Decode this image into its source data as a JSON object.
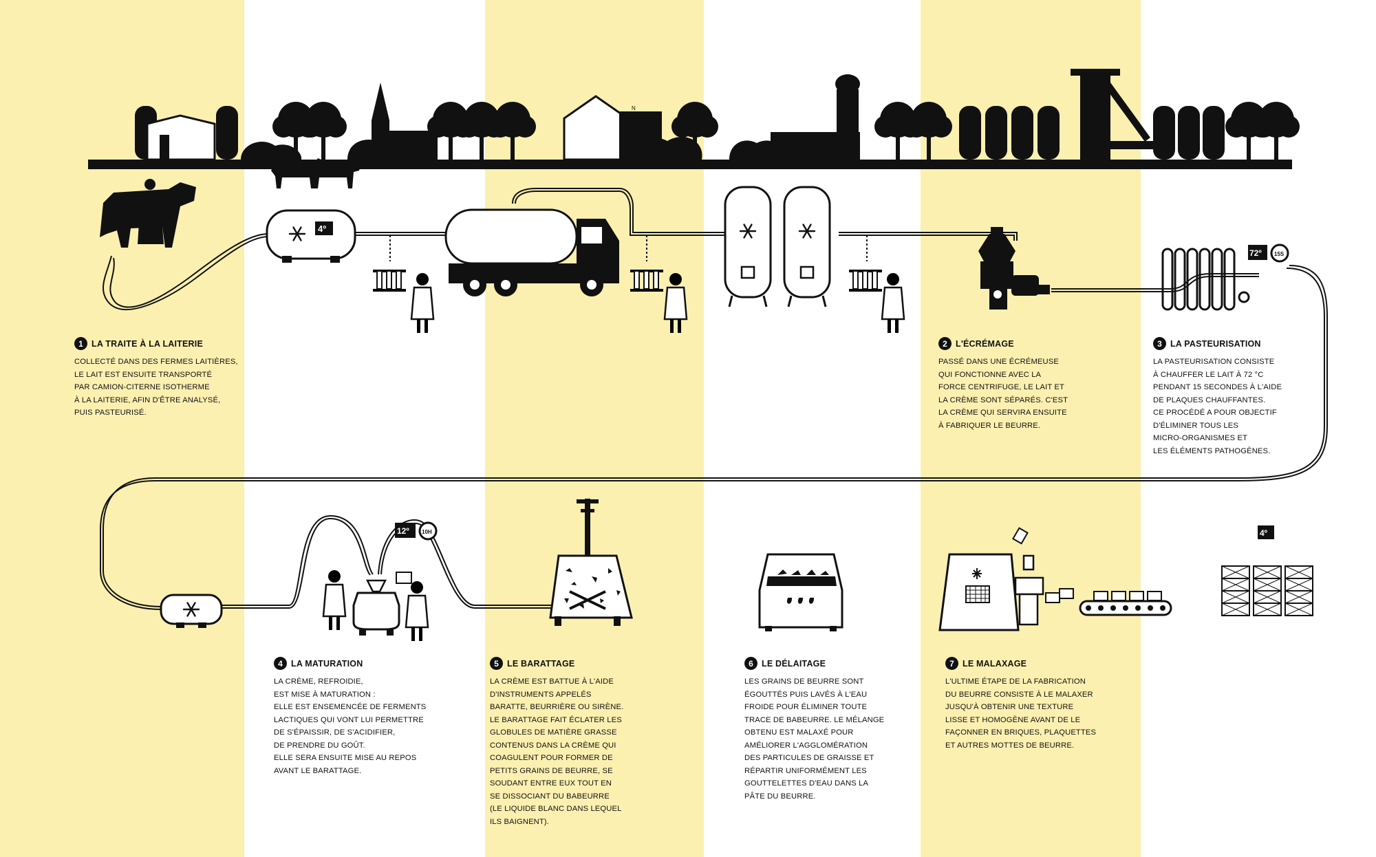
{
  "colors": {
    "band": "#fbf0b0",
    "ink": "#111111",
    "background": "#ffffff"
  },
  "scene": {
    "compass_label": "N",
    "temperatures": {
      "storage": "4º",
      "pasteurisation": "72º",
      "maturation": "12º",
      "packaging": "4º"
    },
    "durations": {
      "pasteurisation": "15S",
      "maturation": "10H"
    }
  },
  "steps": [
    {
      "number": "1",
      "title": "LA TRAITE À LA LAITERIE",
      "lines": [
        "COLLECTÉ DANS DES FERMES LAITIÈRES,",
        "LE LAIT EST ENSUITE TRANSPORTÉ",
        "PAR CAMION-CITERNE ISOTHERME",
        "À LA LAITERIE, AFIN D'ÊTRE ANALYSÉ,",
        "PUIS PASTEURISÉ."
      ]
    },
    {
      "number": "2",
      "title": "L'ÉCRÉMAGE",
      "lines": [
        "PASSÉ DANS UNE ÉCRÉMEUSE",
        "QUI FONCTIONNE AVEC LA",
        "FORCE CENTRIFUGE, LE LAIT ET",
        "LA CRÈME SONT SÉPARÉS. C'EST",
        "LA CRÈME QUI SERVIRA ENSUITE",
        "À FABRIQUER LE BEURRE."
      ]
    },
    {
      "number": "3",
      "title": "LA PASTEURISATION",
      "lines": [
        "LA PASTEURISATION CONSISTE",
        "À CHAUFFER LE LAIT À 72 °C",
        "PENDANT 15 SECONDES À L'AIDE",
        "DE PLAQUES CHAUFFANTES.",
        "CE PROCÉDÉ A POUR OBJECTIF",
        "D'ÉLIMINER TOUS LES",
        "MICRO-ORGANISMES ET",
        "LES ÉLÉMENTS PATHOGÈNES."
      ]
    },
    {
      "number": "4",
      "title": "LA MATURATION",
      "lines": [
        "LA CRÈME, REFROIDIE,",
        "EST MISE À MATURATION :",
        "ELLE EST ENSEMENCÉE DE FERMENTS",
        "LACTIQUES QUI VONT LUI PERMETTRE",
        "DE S'ÉPAISSIR, DE S'ACIDIFIER,",
        "DE PRENDRE DU GOÛT.",
        "ELLE SERA ENSUITE MISE AU REPOS",
        "AVANT LE BARATTAGE."
      ]
    },
    {
      "number": "5",
      "title": "LE BARATTAGE",
      "lines": [
        "LA CRÈME EST BATTUE À L'AIDE",
        "D'INSTRUMENTS APPELÉS",
        "BARATTE, BEURRIÈRE OU SIRÈNE.",
        "LE BARATTAGE FAIT ÉCLATER LES",
        "GLOBULES DE MATIÈRE GRASSE",
        "CONTENUS DANS LA CRÈME QUI",
        "COAGULENT POUR FORMER DE",
        "PETITS GRAINS DE BEURRE, SE",
        "SOUDANT ENTRE EUX TOUT EN",
        "SE DISSOCIANT DU BABEURRE",
        "(LE LIQUIDE BLANC DANS LEQUEL",
        "ILS BAIGNENT)."
      ]
    },
    {
      "number": "6",
      "title": "LE DÉLAITAGE",
      "lines": [
        "LES GRAINS DE BEURRE SONT",
        "ÉGOUTTÉS PUIS LAVÉS À L'EAU",
        "FROIDE POUR ÉLIMINER TOUTE",
        "TRACE DE BABEURRE. LE MÉLANGE",
        "OBTENU EST MALAXÉ POUR",
        "AMÉLIORER L'AGGLOMÉRATION",
        "DES PARTICULES DE GRAISSE ET",
        "RÉPARTIR UNIFORMÉMENT LES",
        "GOUTTELETTES D'EAU DANS LA",
        "PÂTE DU BEURRE."
      ]
    },
    {
      "number": "7",
      "title": "LE MALAXAGE",
      "lines": [
        "L'ULTIME ÉTAPE DE LA FABRICATION",
        "DU BEURRE CONSISTE À LE MALAXER",
        "JUSQU'À OBTENIR UNE TEXTURE",
        "LISSE ET HOMOGÈNE AVANT DE LE",
        "FAÇONNER EN BRIQUES, PLAQUETTES",
        "ET AUTRES MOTTES DE BEURRE."
      ]
    }
  ]
}
